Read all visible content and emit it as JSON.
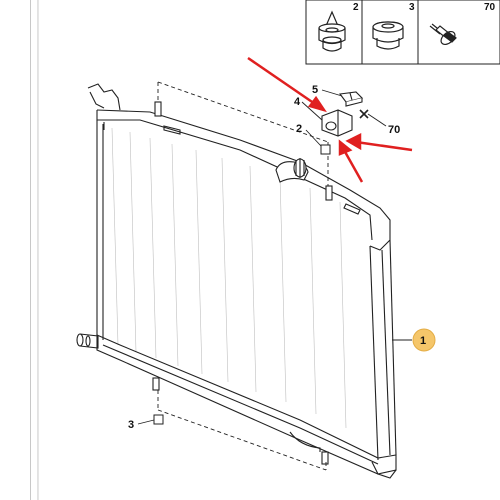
{
  "parts_table": {
    "columns": [
      "2",
      "3",
      "70"
    ]
  },
  "callouts": {
    "part_1": "1",
    "part_2": "2",
    "part_3": "3",
    "part_4": "4",
    "part_5": "5",
    "part_70": "70"
  },
  "colors": {
    "line": "#222222",
    "arrow": "#e02020",
    "badge": "#f5c66a"
  },
  "icons": [
    "isolator-grommet-icon",
    "rubber-mount-icon",
    "flange-bolt-icon"
  ]
}
